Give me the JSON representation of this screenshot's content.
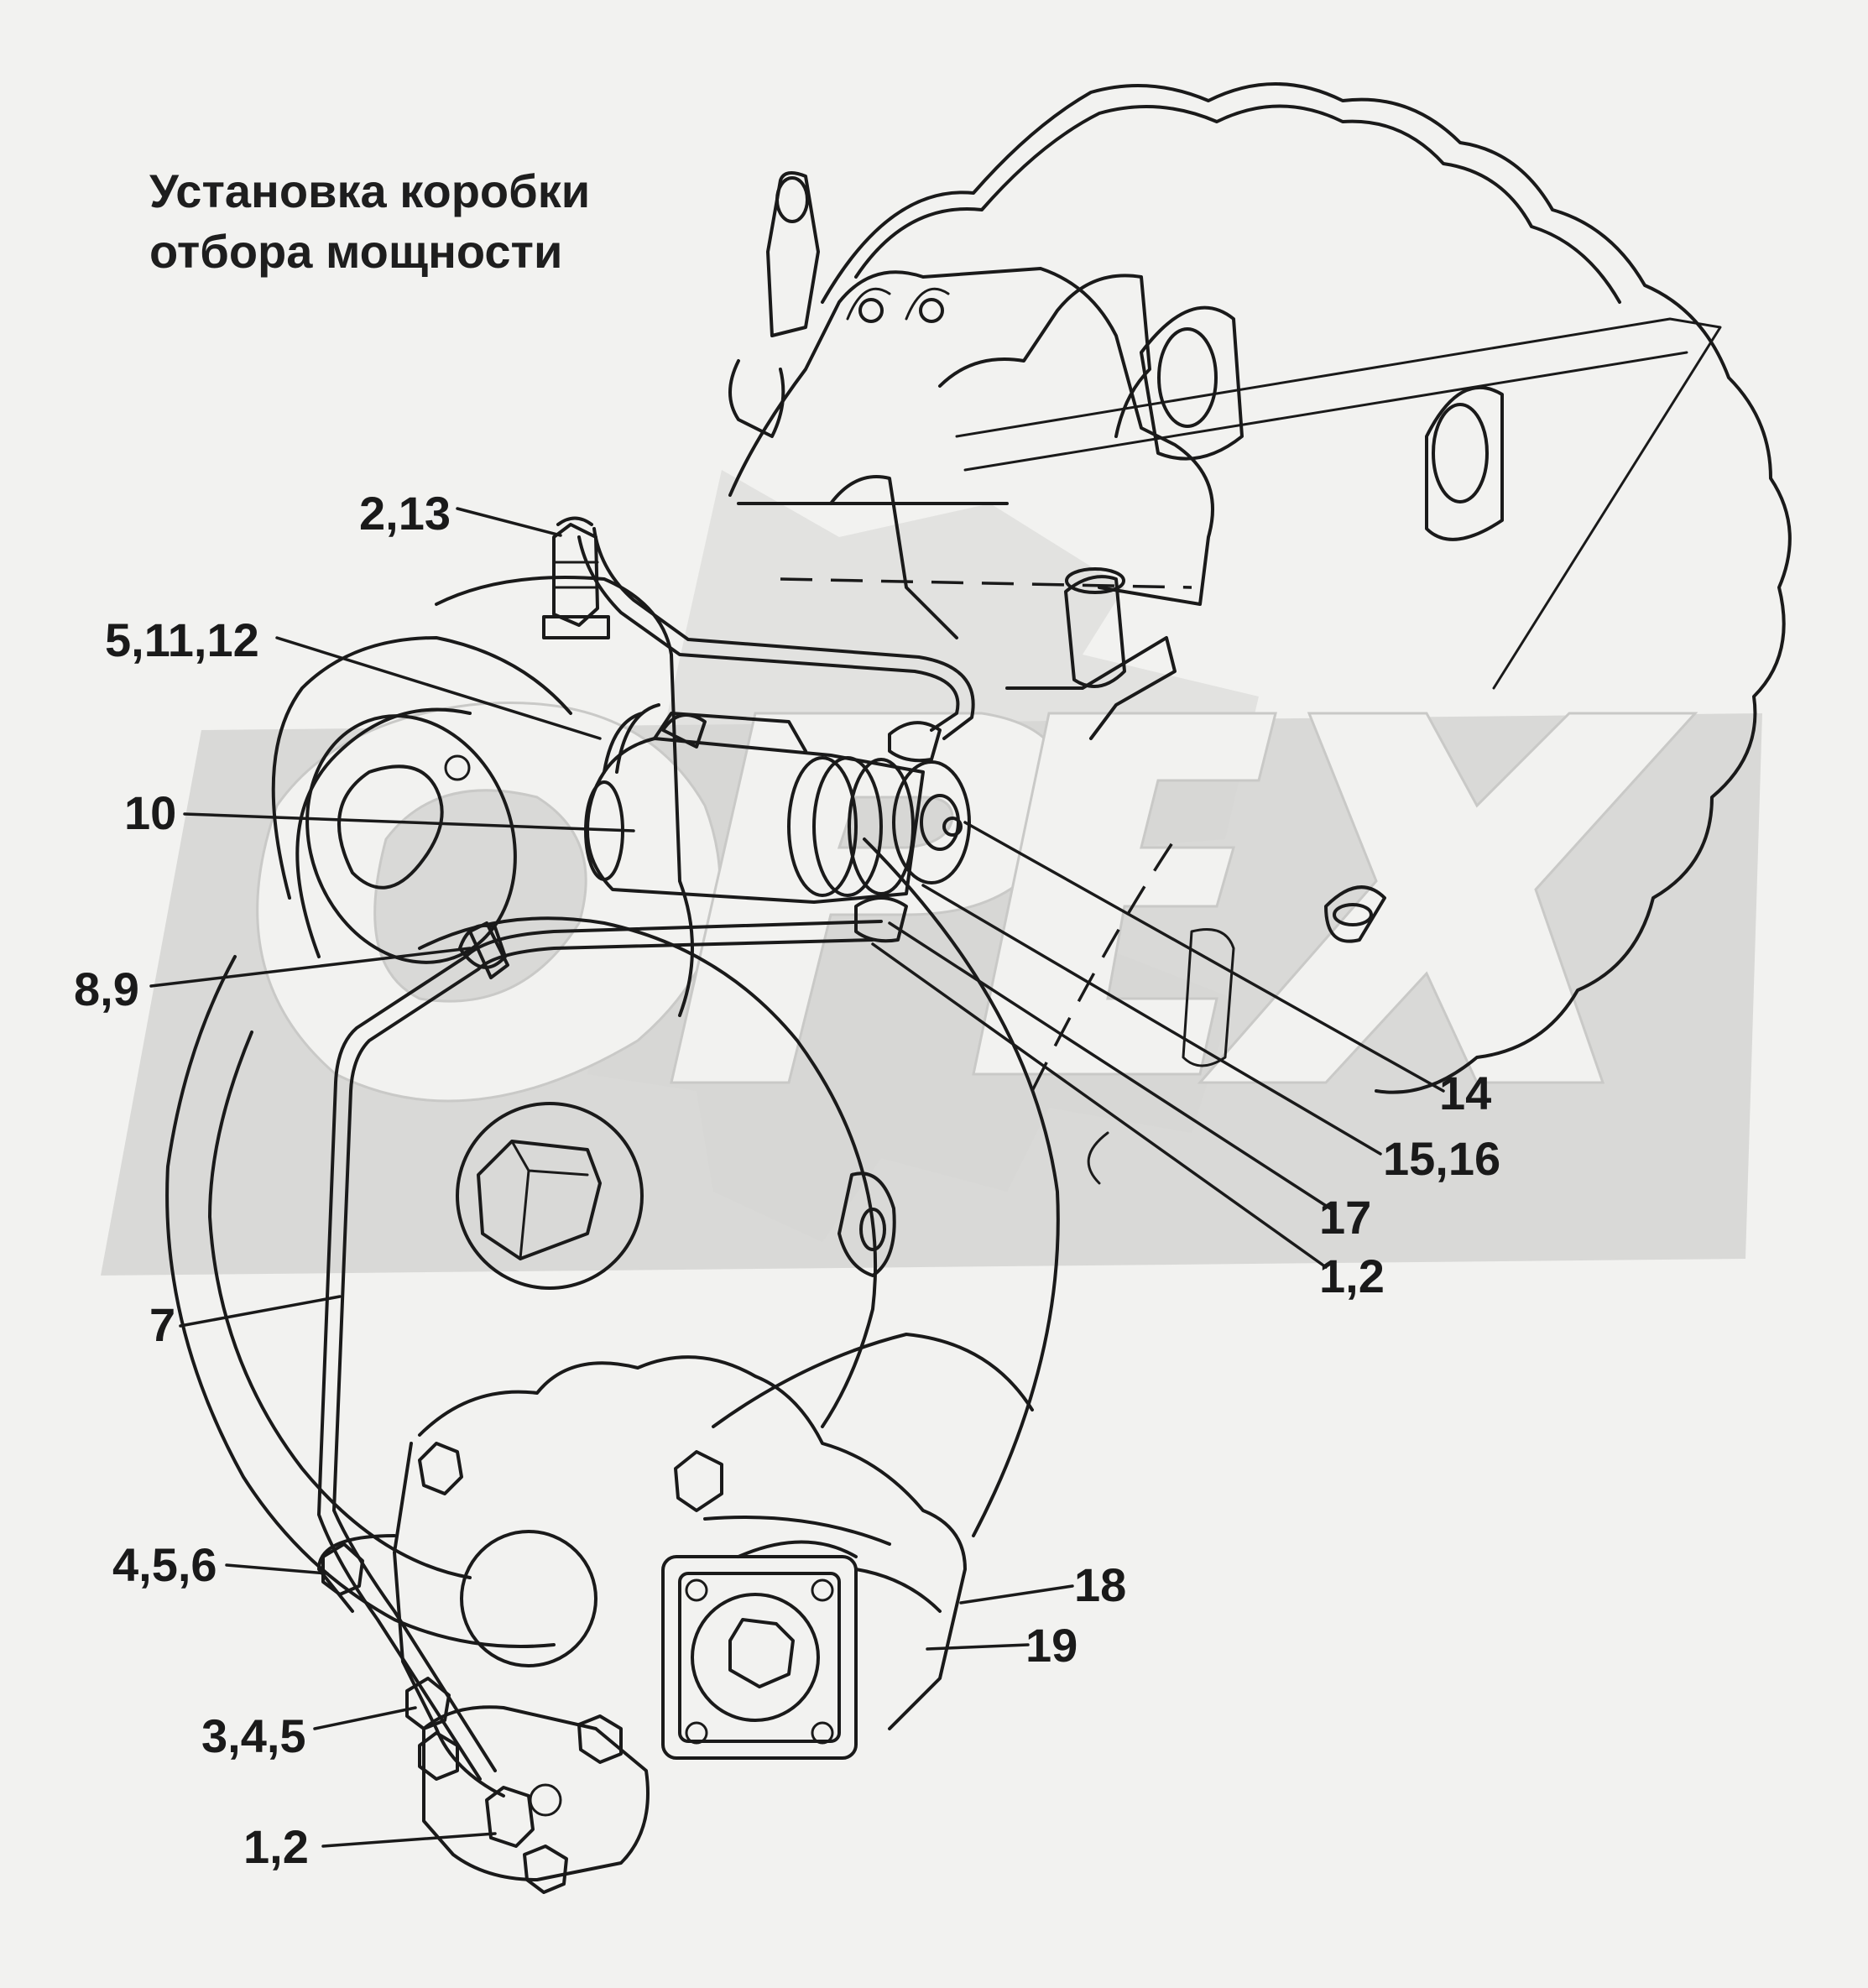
{
  "title": {
    "line1": "Установка коробки",
    "line2": "отбора мощности"
  },
  "callouts": [
    "2,13",
    "5,11,12",
    "10",
    "8,9",
    "7",
    "4,5,6",
    "3,4,5",
    "1,2",
    "14",
    "15,16",
    "17",
    "1,2",
    "18",
    "19"
  ],
  "watermark": {
    "text": "OPEX",
    "color": "#d5d5d3"
  },
  "colors": {
    "background": "#f2f2f0",
    "line": "#1a1a1a"
  }
}
